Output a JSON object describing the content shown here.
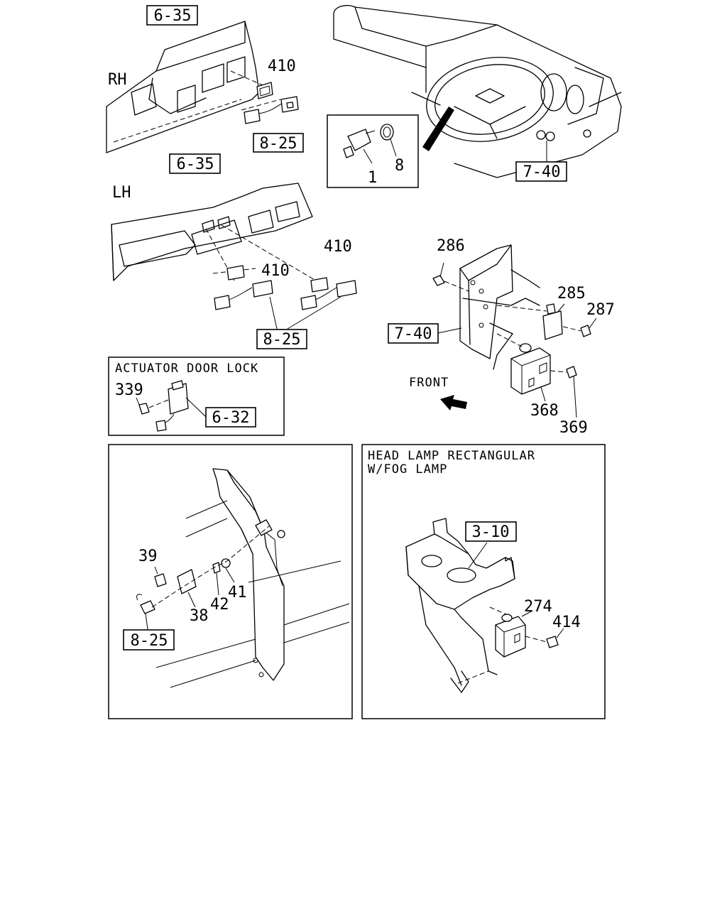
{
  "side_labels": {
    "rh": "RH",
    "lh": "LH"
  },
  "insets": {
    "actuator_title": "ACTUATOR DOOR LOCK",
    "headlamp_title_line1": "HEAD LAMP RECTANGULAR",
    "headlamp_title_line2": "W/FOG LAMP"
  },
  "front_label": "FRONT",
  "ref_boxes": {
    "r635a": "6-35",
    "r825a": "8-25",
    "r635b": "6-35",
    "r825b": "8-25",
    "r740a": "7-40",
    "r740b": "7-40",
    "r632": "6-32",
    "r825c": "8-25",
    "r310": "3-10"
  },
  "callouts": {
    "c410a": "410",
    "c410b": "410",
    "c410c": "410",
    "c1": "1",
    "c8": "8",
    "c286": "286",
    "c285": "285",
    "c287": "287",
    "c368": "368",
    "c369": "369",
    "c339": "339",
    "c39": "39",
    "c38": "38",
    "c42": "42",
    "c41": "41",
    "c274": "274",
    "c414": "414"
  }
}
